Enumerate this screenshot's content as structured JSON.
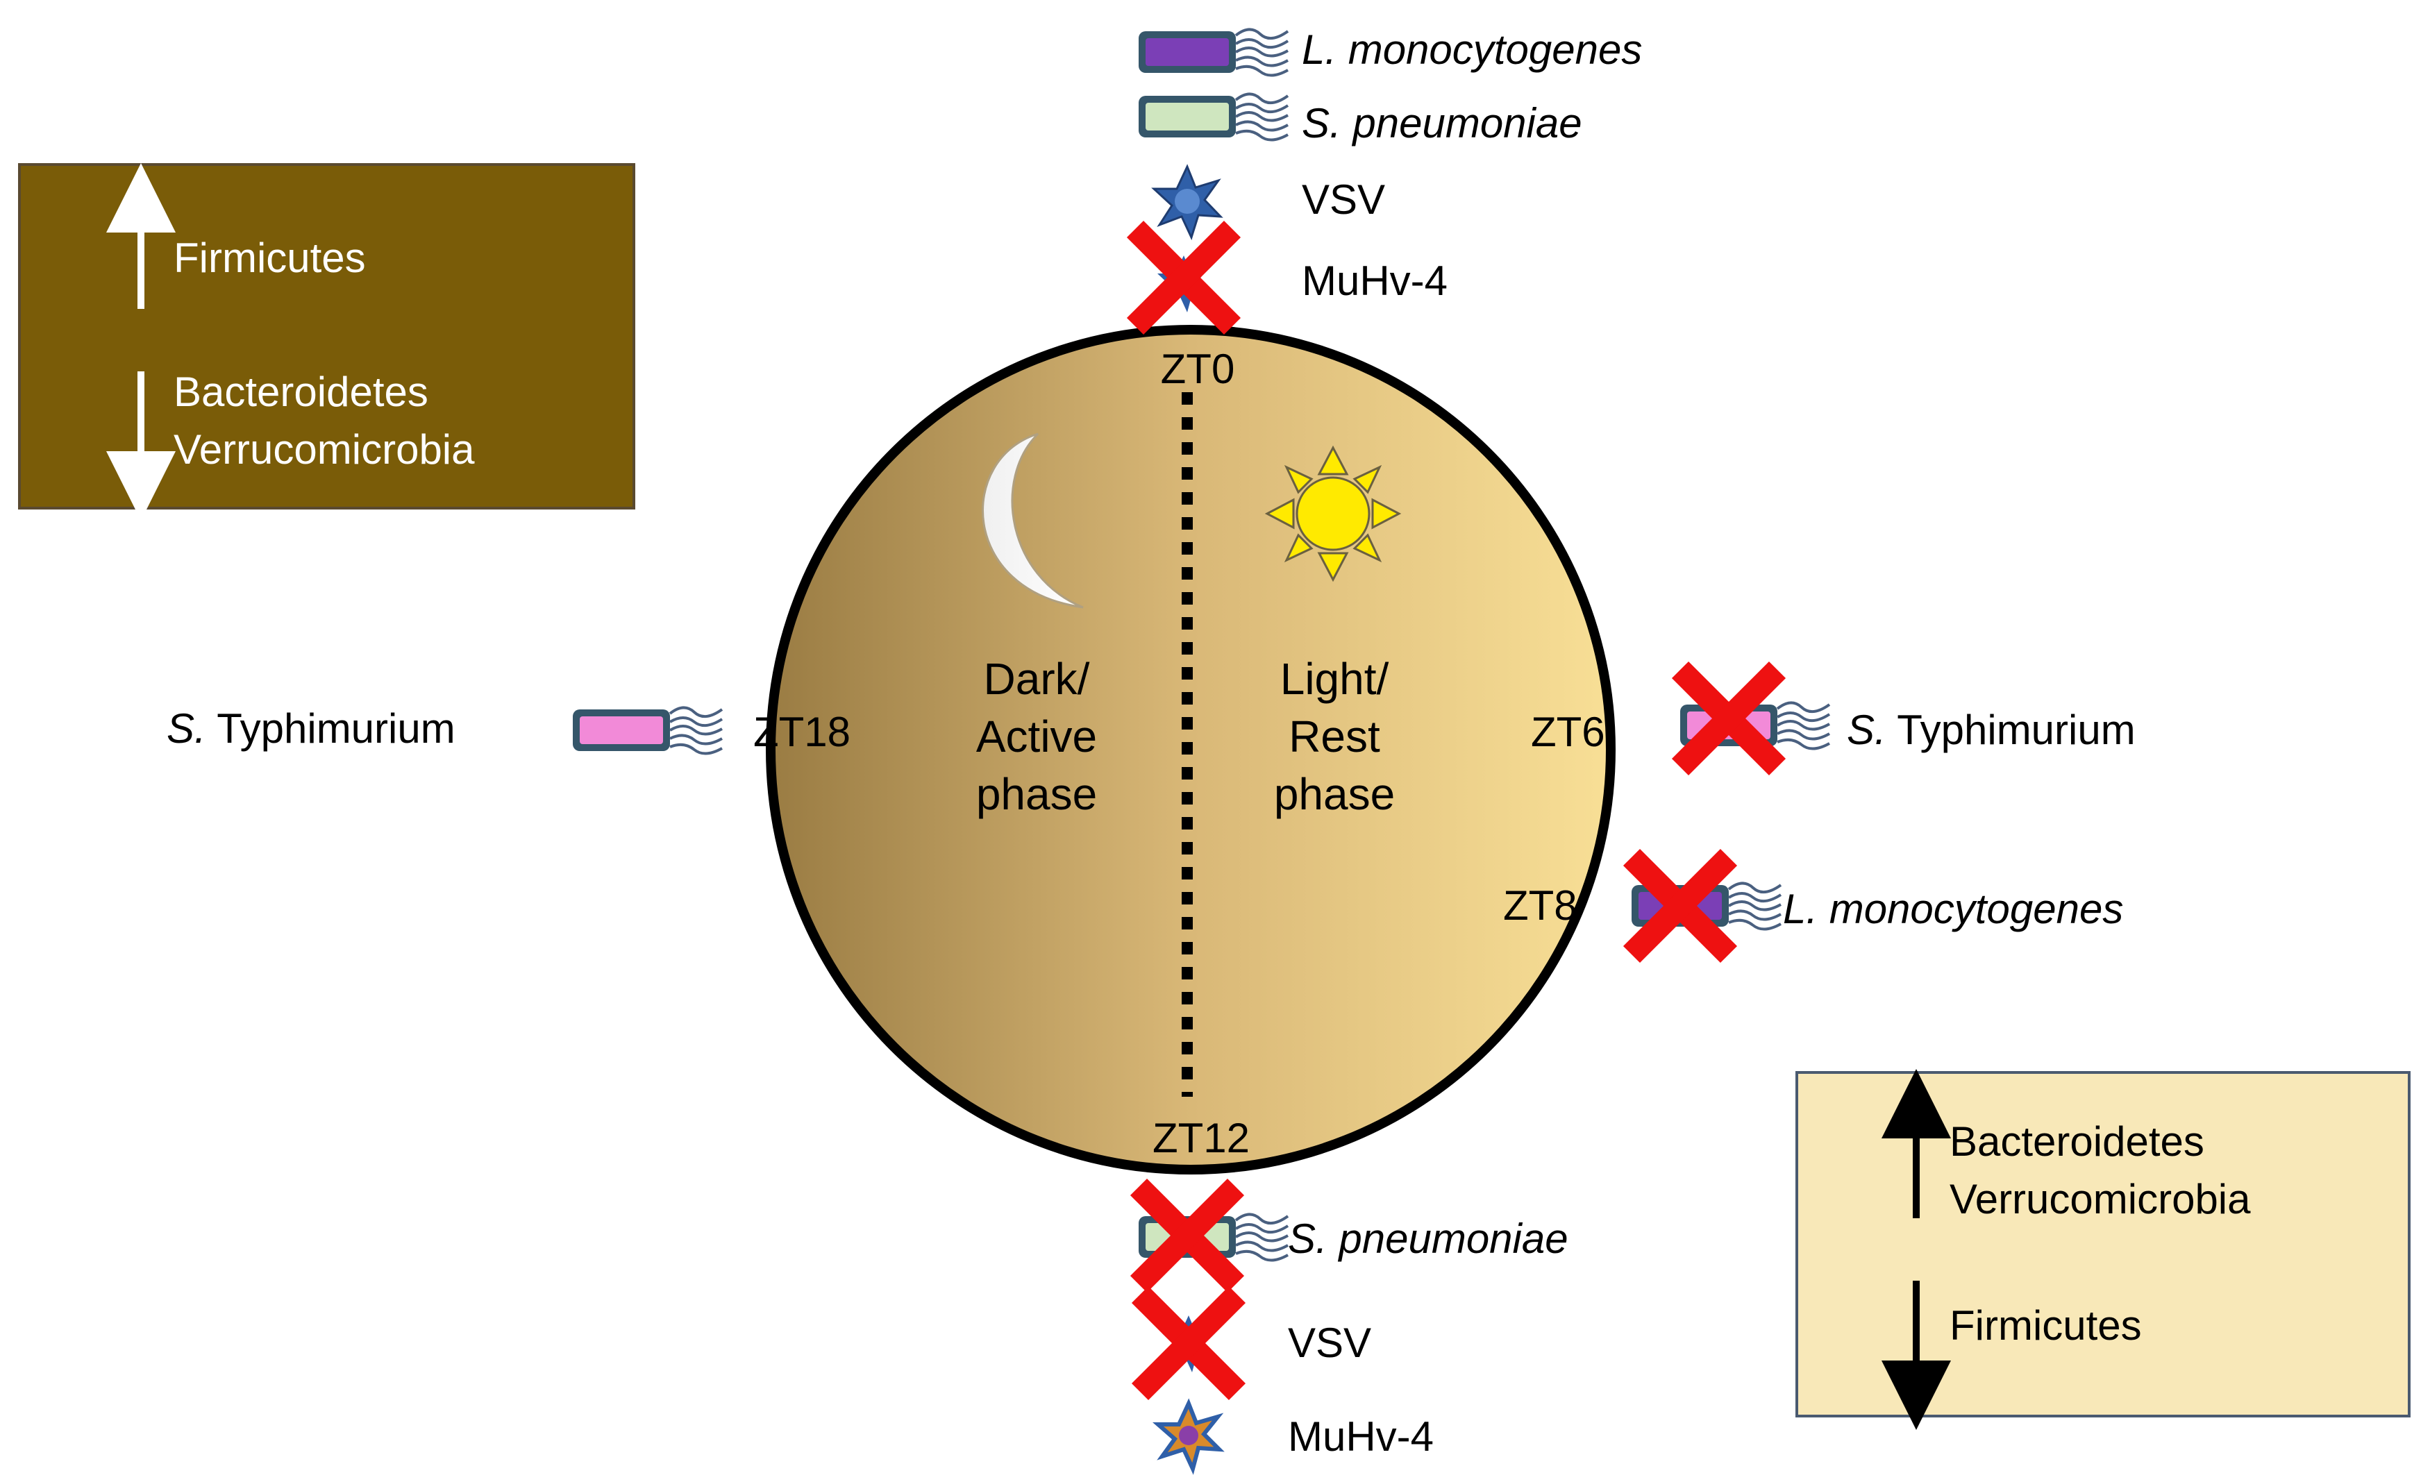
{
  "colors": {
    "dark_box_fill": "#7a5c08",
    "light_box_fill": "#f8e8b8",
    "circle_dark": "#9a7c43",
    "circle_light": "#f8df96",
    "cross": "#ee1111",
    "sun": "#ffea00",
    "bacteria_purple": "#7b3fb6",
    "bacteria_green": "#cfe6bf",
    "bacteria_pink": "#f28ad8",
    "virus_blue": "#2f5fa8"
  },
  "box_dark": {
    "up_label": "Firmicutes",
    "down_label_1": "Bacteroidetes",
    "down_label_2": "Verrucomicrobia"
  },
  "box_light": {
    "up_label_1": "Bacteroidetes",
    "up_label_2": "Verrucomicrobia",
    "down_label": "Firmicutes"
  },
  "clock": {
    "zt0": "ZT0",
    "zt6": "ZT6",
    "zt8": "ZT8",
    "zt12": "ZT12",
    "zt18": "ZT18"
  },
  "phases": {
    "dark": [
      "Dark/",
      "Active",
      "phase"
    ],
    "light": [
      "Light/",
      "Rest",
      "phase"
    ]
  },
  "top_pathogens": {
    "l_mono": "L. monocytogenes",
    "s_pneu": "S. pneumoniae",
    "vsv": "VSV",
    "muhv": "MuHv-4"
  },
  "bottom_pathogens": {
    "s_pneu": "S. pneumoniae",
    "vsv": "VSV",
    "muhv": "MuHv-4"
  },
  "left_pathogen": {
    "italic": "S.",
    "rest": " Typhimurium"
  },
  "right_pathogens": {
    "typh_italic": "S.",
    "typh_rest": " Typhimurium",
    "l_mono": "L. monocytogenes"
  },
  "icons": {
    "moon": "crescent-moon-icon",
    "sun": "sun-icon",
    "bacterium": "rod-bacterium-icon",
    "virus": "virus-icon",
    "cross": "red-cross-icon",
    "arrow": "arrow-icon"
  }
}
